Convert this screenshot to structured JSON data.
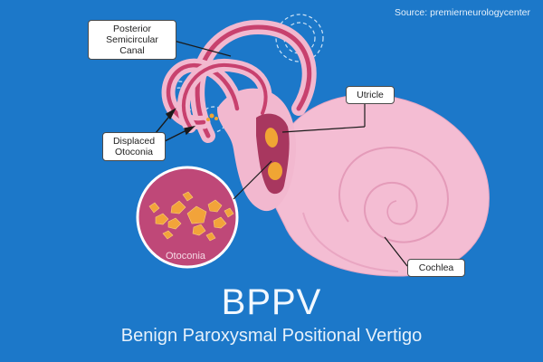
{
  "source": "Source: premierneurologycenter",
  "labels": {
    "posterior_line1": "Posterior",
    "posterior_line2": "Semicircular Canal",
    "displaced_line1": "Displaced",
    "displaced_line2": "Otoconia",
    "utricle": "Utricle",
    "cochlea": "Cochlea",
    "otoconia": "Otoconia"
  },
  "title": "BPPV",
  "subtitle": "Benign Paroxysmal Positional Vertigo",
  "colors": {
    "background": "#1c78c9",
    "ear_pink": "#f2b8cf",
    "canal_dark": "#c8416e",
    "utricle_fill": "#a8375f",
    "otoconia_orange": "#f0a534",
    "zoom_circle": "#bf4878"
  }
}
